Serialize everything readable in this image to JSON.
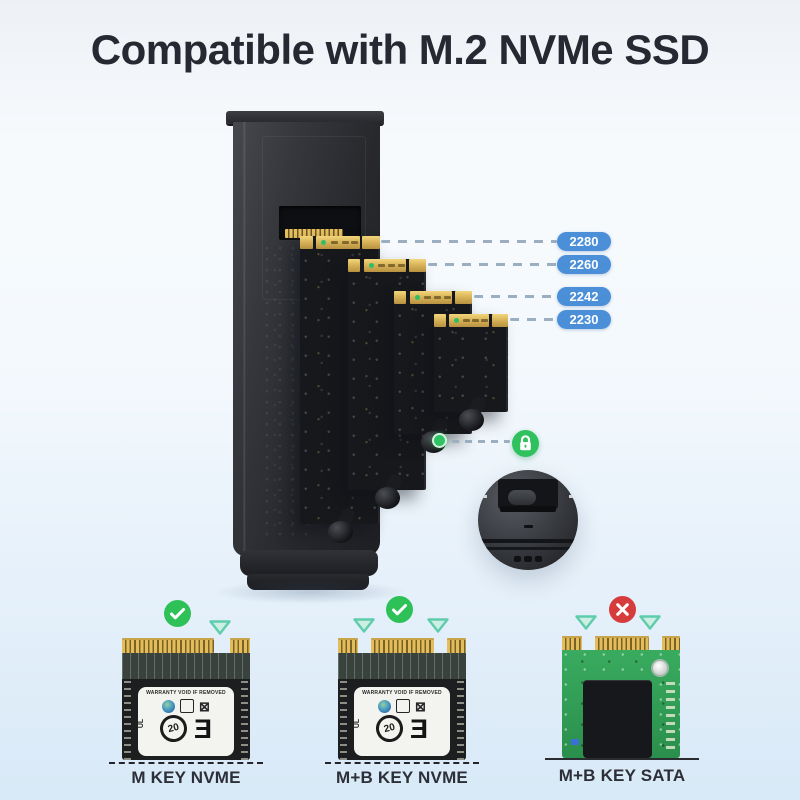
{
  "title": "Compatible with M.2 NVMe SSD",
  "sizes": [
    "2280",
    "2260",
    "2242",
    "2230"
  ],
  "compatibility_cards": [
    {
      "label": "M KEY NVME",
      "status": "compatible"
    },
    {
      "label": "M+B KEY NVME",
      "status": "compatible"
    },
    {
      "label": "M+B KEY SATA",
      "status": "incompatible"
    }
  ],
  "ssd_sticker": {
    "warranty_text": "WARRANTY VOID IF REMOVED",
    "recycle_mark": "20",
    "conformity_mark": "Ǝ"
  },
  "icons": [
    "lock-icon",
    "check-icon",
    "x-icon",
    "notch-arrow-icon"
  ],
  "colors": {
    "accent_blue": "#4a8fd8",
    "success_green": "#2ec157",
    "error_red": "#d63c3c",
    "connector_gold": "#d9b45a",
    "title_text": "#262932",
    "background_top": "#edf1f5",
    "background_bottom": "#d8e9f7"
  }
}
